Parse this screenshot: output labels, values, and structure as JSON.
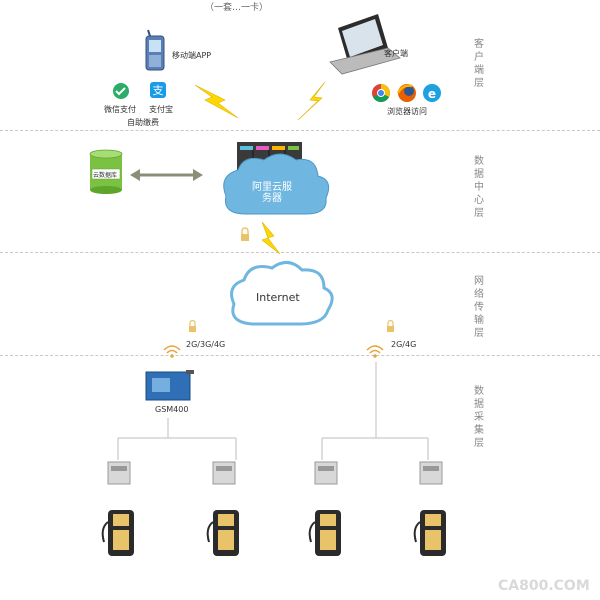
{
  "header_partial": "（一套…一卡）",
  "layers": [
    {
      "name": "客户端层"
    },
    {
      "name": "数据中心层"
    },
    {
      "name": "网络传输层"
    },
    {
      "name": "数据采集层"
    }
  ],
  "client": {
    "mobile_app": "移动端APP",
    "client_end": "客户端",
    "wechat_pay": "微信支付",
    "alipay": "支付宝",
    "self_pay": "自助缴费",
    "browser_access": "浏览器访问"
  },
  "datacenter": {
    "database": "云数据库",
    "cloud_server": "阿里云服\n务器"
  },
  "network": {
    "internet": "Internet",
    "left_signal": "2G/3G/4G",
    "right_signal": "2G/4G"
  },
  "acquisition": {
    "gateway": "GSM400",
    "meters": 4,
    "chargers": 4
  },
  "watermark": "CA800.COM",
  "colors": {
    "cloud_fill": "#6fb6e0",
    "lightning": "#ffd700",
    "dash": "#c8c8c8",
    "charger_body": "#2b2b2b",
    "charger_accent": "#e8c36a"
  }
}
